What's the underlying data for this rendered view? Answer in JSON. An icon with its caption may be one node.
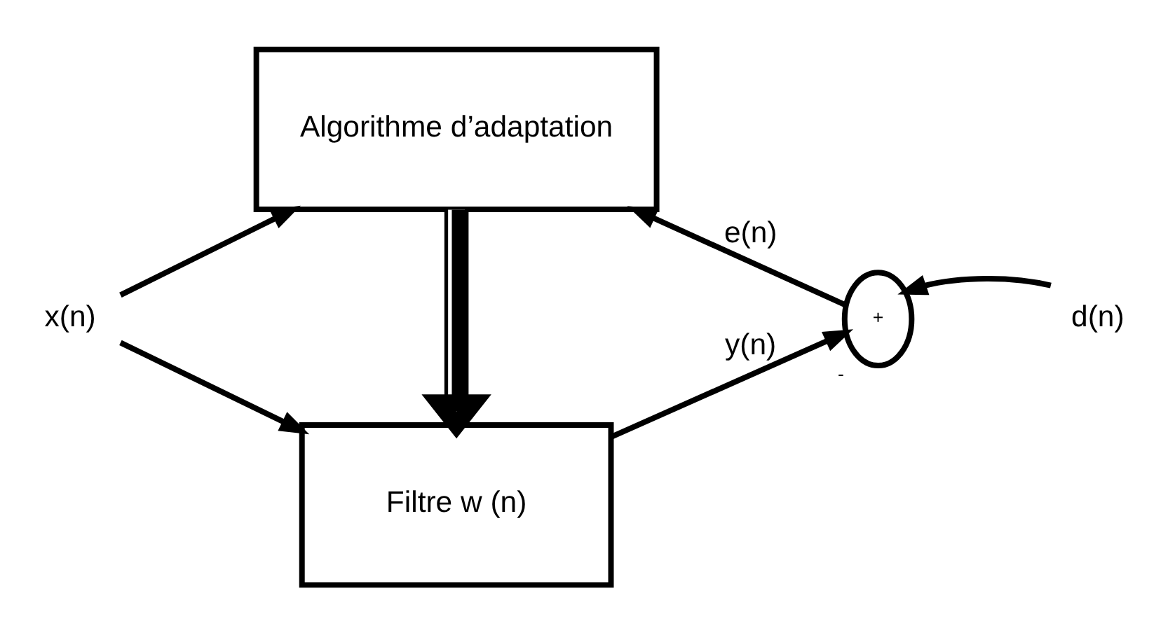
{
  "diagram": {
    "nodes": [
      {
        "text": [
          "x(n)"
        ]
      },
      {
        "text": [
          "Filtre w (n)"
        ]
      },
      {
        "text": [
          "+"
        ],
        "beside": [
          "-"
        ]
      },
      {
        "text": [
          "d(n)"
        ]
      },
      {
        "text": [
          "Algorithme d’adaptation"
        ]
      }
    ],
    "edges": [
      {
        "from": 0,
        "to": 1,
        "arrow": "to"
      },
      {
        "from": 0,
        "to": 4,
        "arrow": "to"
      },
      {
        "from": 1,
        "to": 2,
        "arrow": "to",
        "label": "y(n)"
      },
      {
        "from": 3,
        "to": 2,
        "arrow": "to"
      },
      {
        "from": 2,
        "to": 4,
        "arrow": "to",
        "label": "e(n)"
      },
      {
        "from": 4,
        "to": 1,
        "arrow": "to",
        "style": "thick"
      }
    ]
  }
}
